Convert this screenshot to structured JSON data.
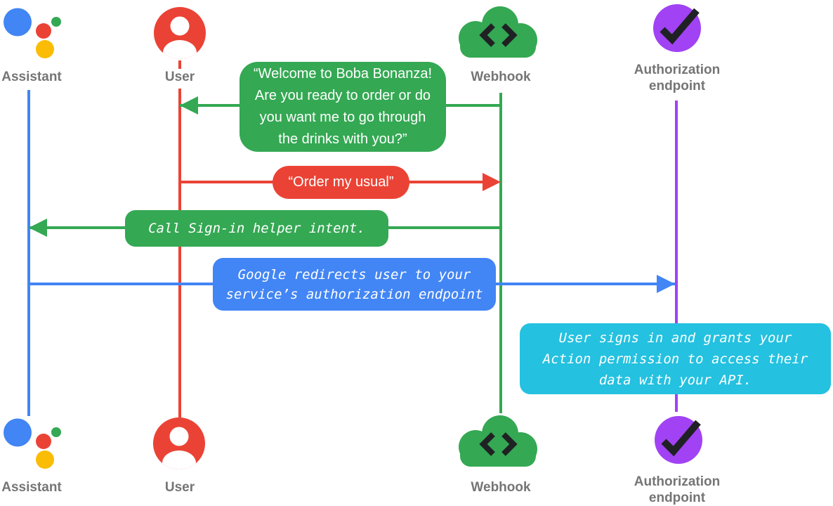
{
  "diagram": {
    "type": "sequence-diagram",
    "background": "#ffffff",
    "colors": {
      "assistant_blue": "#4285F4",
      "user_red": "#EA4335",
      "webhook_green": "#34A853",
      "auth_purple": "#A142F4",
      "note_cyan": "#24C1E0",
      "label_gray": "#757575",
      "glyph_dark": "#202124",
      "assistant_yellow": "#FBBC05",
      "assistant_green": "#34A853",
      "message_text": "#ffffff"
    },
    "actors": [
      {
        "id": "assistant",
        "label": "Assistant",
        "icon": "google-assistant-icon",
        "color": "#4285F4"
      },
      {
        "id": "user",
        "label": "User",
        "icon": "user-icon",
        "color": "#EA4335"
      },
      {
        "id": "webhook",
        "label": "Webhook",
        "icon": "webhook-cloud-icon",
        "color": "#34A853"
      },
      {
        "id": "auth",
        "label": "Authorization\nendpoint",
        "icon": "check-circle-icon",
        "color": "#A142F4"
      }
    ],
    "messages": [
      {
        "id": "welcome",
        "label": "“Welcome to Boba Bonanza!\nAre you ready to order or do\nyou want me to go through\nthe drinks with you?”",
        "from": "webhook",
        "to": "user",
        "direction": "left",
        "color": "#34A853",
        "style": "speech"
      },
      {
        "id": "order",
        "label": "“Order my usual”",
        "from": "user",
        "to": "webhook",
        "direction": "right",
        "color": "#EA4335",
        "style": "speech"
      },
      {
        "id": "signin",
        "label": "Call Sign-in helper intent.",
        "from": "webhook",
        "to": "assistant",
        "direction": "left",
        "color": "#34A853",
        "style": "code"
      },
      {
        "id": "redirect",
        "label": "Google redirects user to your\nservice’s authorization endpoint",
        "from": "assistant",
        "to": "auth",
        "direction": "right",
        "color": "#4285F4",
        "style": "code"
      },
      {
        "id": "grant",
        "label": "User signs in and grants your\nAction permission to access their\ndata with your API.",
        "from": "auth",
        "to": "auth",
        "direction": "none",
        "color": "#24C1E0",
        "style": "code-note"
      }
    ]
  }
}
